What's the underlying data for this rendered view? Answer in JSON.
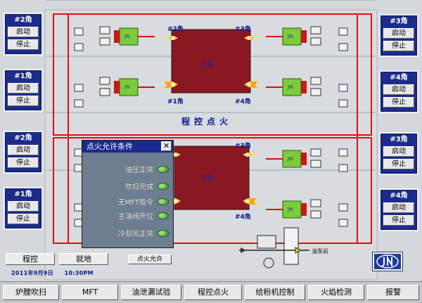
{
  "left_panels": [
    {
      "title": "#2角",
      "start": "启动",
      "stop": "停止"
    },
    {
      "title": "#1角",
      "start": "启动",
      "stop": "停止"
    },
    {
      "title": "#2角",
      "start": "启动",
      "stop": "停止"
    },
    {
      "title": "#1角",
      "start": "启动",
      "stop": "停止"
    }
  ],
  "right_panels": [
    {
      "title": "#3角",
      "start": "启动",
      "stop": "停止"
    },
    {
      "title": "#4角",
      "start": "启动",
      "stop": "停止"
    },
    {
      "title": "#3角",
      "start": "启动",
      "stop": "停止"
    },
    {
      "title": "#4角",
      "start": "启动",
      "stop": "停止"
    }
  ],
  "furnace": {
    "upper_label": "上层",
    "lower_label": "下层",
    "corner_labels": [
      "#2角",
      "#3角",
      "#1角",
      "#4角",
      "#3角",
      "#4角"
    ],
    "section_title": "程控点火",
    "unit_label": "JN"
  },
  "dialog": {
    "title": "点火允许条件",
    "close": "✕",
    "conditions": [
      "油压正常",
      "吹扫完成",
      "无MFT指令",
      "主油阀开位",
      "冷却风正常"
    ]
  },
  "controls": {
    "program": "程控",
    "local": "就地",
    "ignite_allow": "点火允许",
    "date": "2011年9月9日",
    "time": "10:30PM",
    "oil_pump": "油泵前"
  },
  "nav": [
    "炉膛吹扫",
    "MFT",
    "油泄漏试验",
    "程控点火",
    "给粉机控制",
    "火焰检测",
    "报警"
  ],
  "colors": {
    "panel": "#1c2c8c",
    "furnace": "#8a1822",
    "pipe_red": "#e01010",
    "pipe_gray": "#9aa0a8",
    "indicator": "#3fa22e"
  }
}
